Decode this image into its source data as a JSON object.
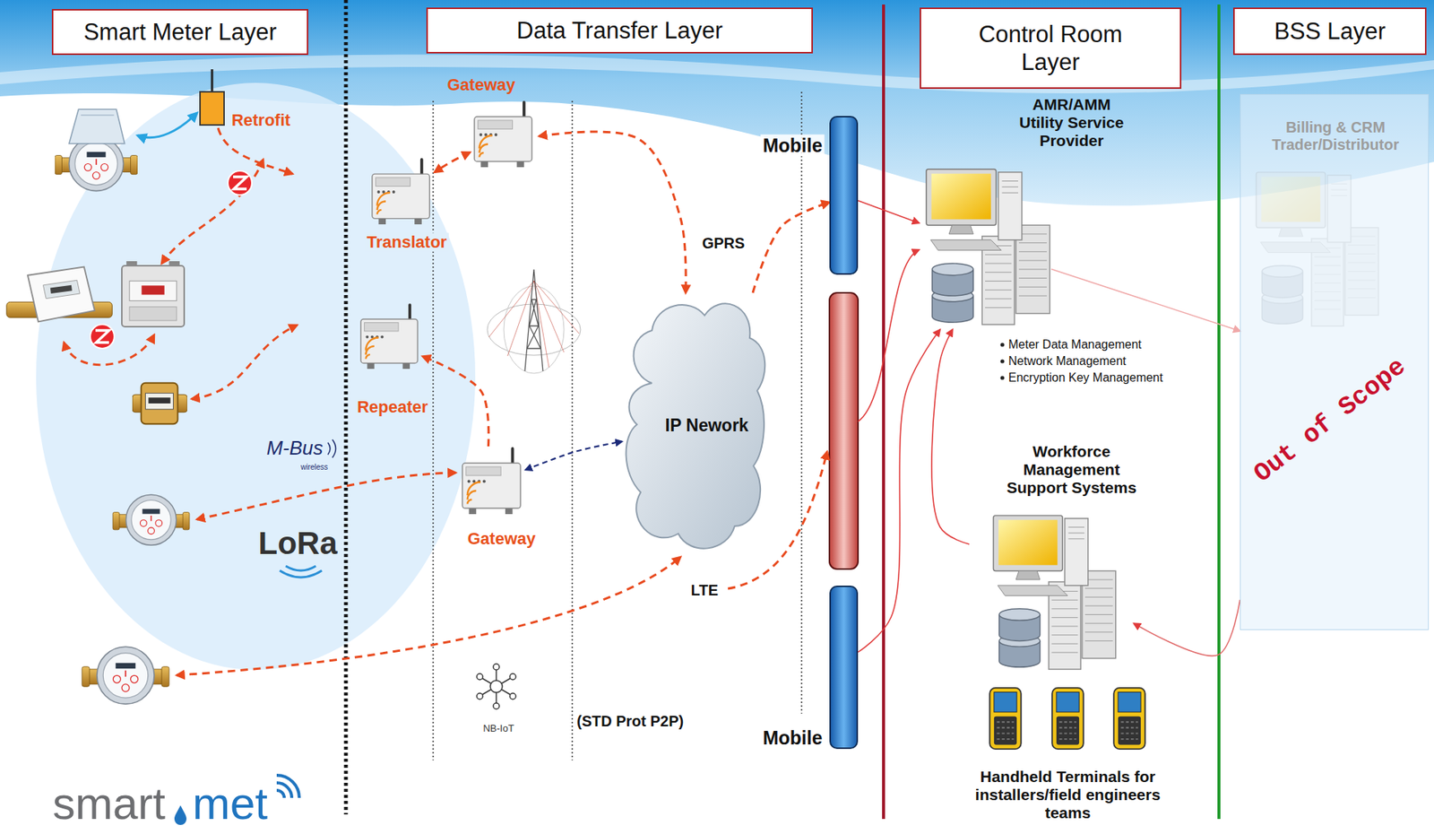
{
  "diagram": {
    "nodes": [
      {
        "text": [
          "Smart Meter Layer"
        ]
      },
      {
        "text": [
          "Data Transfer Layer"
        ]
      },
      {
        "text": [
          "Control Room Layer"
        ]
      },
      {
        "text": [
          "BSS Layer"
        ]
      },
      {
        "text": [
          "Retrofit"
        ]
      },
      {
        "text": [
          "Gateway"
        ]
      },
      {
        "text": [
          "Translator"
        ]
      },
      {
        "text": [
          "Repeater"
        ]
      },
      {
        "text": [
          "Gateway"
        ]
      },
      {
        "text": [
          "IP Nework"
        ]
      },
      {
        "text": [
          "Mobile"
        ]
      },
      {
        "text": [
          "Mobile"
        ]
      },
      {
        "text": [
          "AMR/AMM Utility Service Provider",
          "Meter Data Management",
          "Network Management",
          "Encryption Key Management"
        ]
      },
      {
        "text": [
          "Workforce Management Support Systems"
        ]
      },
      {
        "text": [
          "Handheld Terminals for installers/field engineers teams"
        ]
      },
      {
        "text": [
          "Billing & CRM Trader/Distributor"
        ]
      }
    ],
    "edges": [
      {
        "from": 5,
        "to": 6,
        "arrow": "both"
      },
      {
        "from": 5,
        "to": 9,
        "arrow": "both"
      },
      {
        "from": 9,
        "to": 10,
        "label": "GPRS",
        "arrow": "to"
      },
      {
        "from": 8,
        "to": 7,
        "arrow": "to"
      },
      {
        "from": 8,
        "to": 9,
        "arrow": "both"
      },
      {
        "from": 10,
        "to": 12,
        "arrow": "to"
      },
      {
        "from": 11,
        "to": 12,
        "arrow": "to"
      },
      {
        "from": 12,
        "to": 15,
        "arrow": "to"
      },
      {
        "from": 15,
        "to": 13,
        "arrow": "to"
      },
      {
        "from": 13,
        "to": 12,
        "arrow": "to"
      }
    ],
    "labels": [
      "LTE",
      "(STD Prot P2P)",
      "NB-IoT",
      "M-Bus",
      "wireless",
      "LoRa",
      "Out of Scope",
      "smart",
      "met"
    ]
  }
}
